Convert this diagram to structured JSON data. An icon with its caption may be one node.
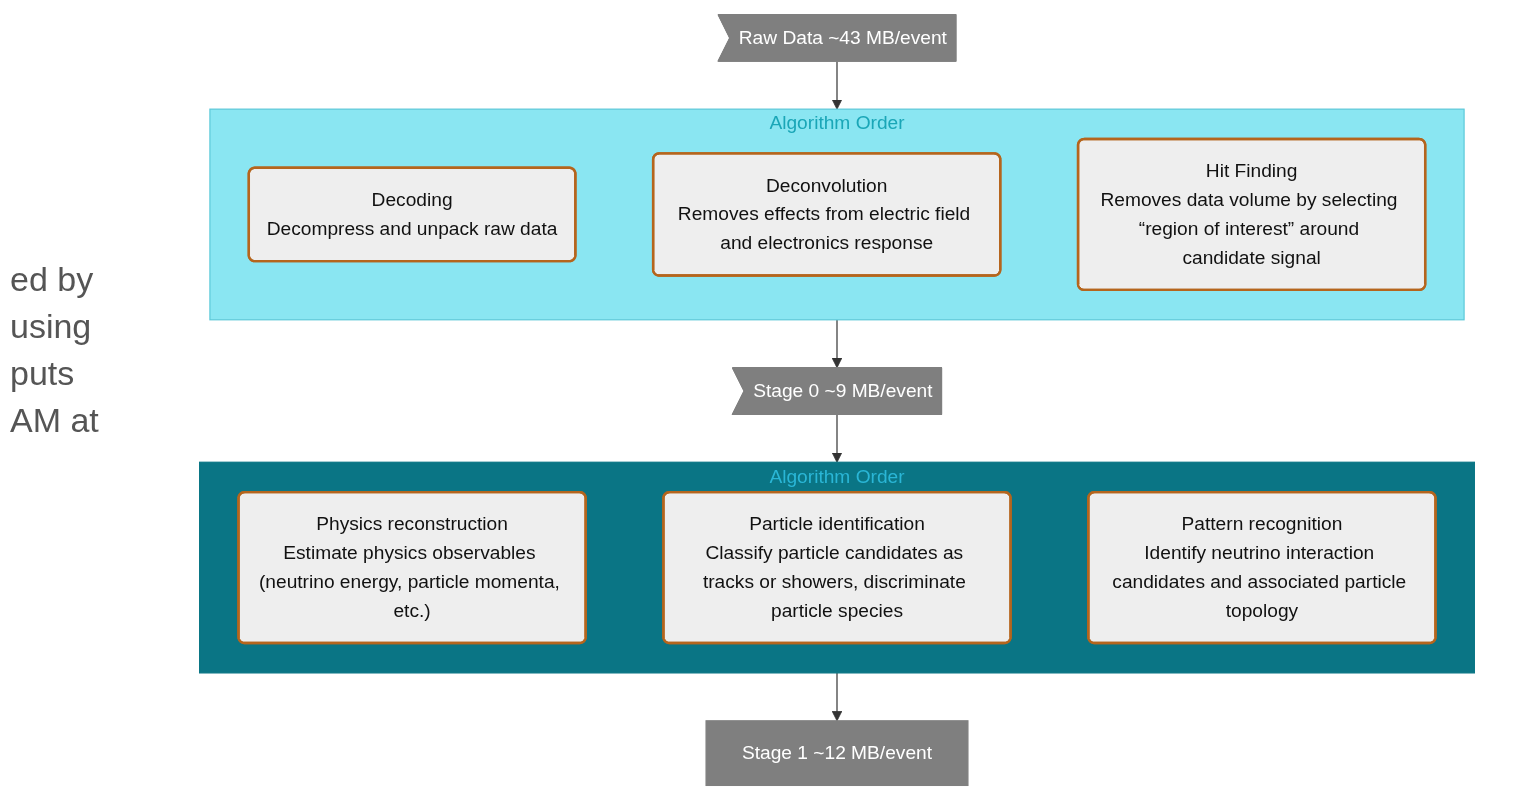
{
  "diagram": {
    "nodes": [
      {
        "text": [
          "Raw Data ~43 MB/event"
        ]
      },
      {
        "text": [
          "Algorithm Order"
        ]
      },
      {
        "text": [
          "Decoding",
          "Decompress and unpack raw data"
        ],
        "in": 1
      },
      {
        "text": [
          "Deconvolution",
          "Removes effects from electric field and electronics response"
        ],
        "in": 1
      },
      {
        "text": [
          "Hit Finding",
          "Removes data volume by selecting “region of interest” around candidate signal"
        ],
        "in": 1
      },
      {
        "text": [
          "Stage 0 ~9 MB/event"
        ]
      },
      {
        "text": [
          "Algorithm Order"
        ]
      },
      {
        "text": [
          "Physics reconstruction",
          "Estimate physics observables (neutrino energy, particle momenta, etc.)"
        ],
        "in": 6
      },
      {
        "text": [
          "Particle identification",
          "Classify particle candidates as tracks or showers, discriminate particle species"
        ],
        "in": 6
      },
      {
        "text": [
          "Pattern recognition",
          "Identify neutrino interaction candidates and associated particle topology"
        ],
        "in": 6
      },
      {
        "text": [
          "Stage 1 ~12 MB/event"
        ]
      }
    ],
    "edges": [
      {
        "from": 0,
        "to": 1,
        "arrow": "to"
      },
      {
        "from": 1,
        "to": 5,
        "arrow": "to"
      },
      {
        "from": 5,
        "to": 6,
        "arrow": "to"
      },
      {
        "from": 6,
        "to": 10,
        "arrow": "to"
      }
    ],
    "labels": [
      "ed by",
      "using",
      "puts",
      "AM at"
    ]
  }
}
